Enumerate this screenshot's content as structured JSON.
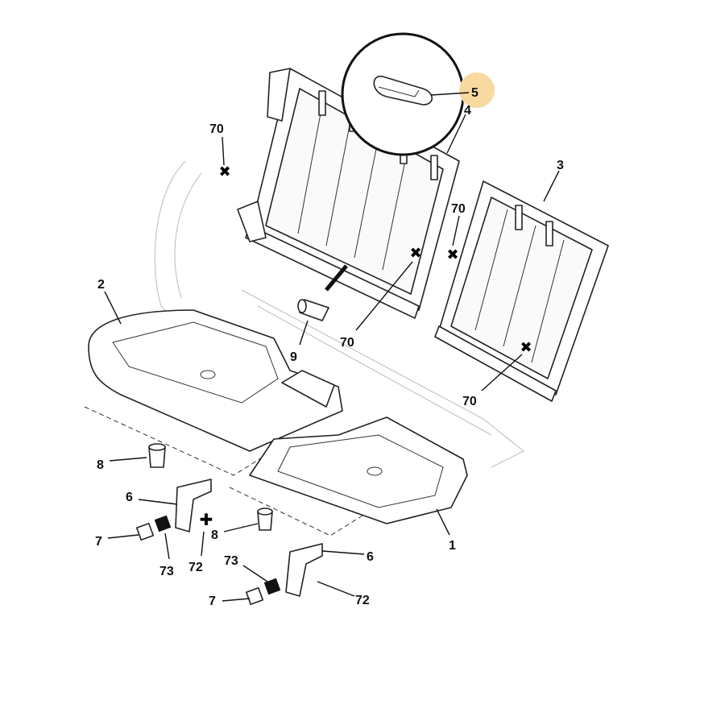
{
  "diagram": {
    "title": "Rear seat frame and base exploded parts diagram",
    "highlight_color": "#f8d9a0",
    "callouts": [
      {
        "id": "c70a",
        "text": "70"
      },
      {
        "id": "c5",
        "text": "5"
      },
      {
        "id": "c4",
        "text": "4"
      },
      {
        "id": "c3",
        "text": "3"
      },
      {
        "id": "c70b",
        "text": "70"
      },
      {
        "id": "c2",
        "text": "2"
      },
      {
        "id": "c9",
        "text": "9"
      },
      {
        "id": "c70c",
        "text": "70"
      },
      {
        "id": "c70d",
        "text": "70"
      },
      {
        "id": "c8a",
        "text": "8"
      },
      {
        "id": "c6a",
        "text": "6"
      },
      {
        "id": "c7a",
        "text": "7"
      },
      {
        "id": "c73a",
        "text": "73"
      },
      {
        "id": "c72a",
        "text": "72"
      },
      {
        "id": "c8b",
        "text": "8"
      },
      {
        "id": "c1",
        "text": "1"
      },
      {
        "id": "c6b",
        "text": "6"
      },
      {
        "id": "c73b",
        "text": "73"
      },
      {
        "id": "c7b",
        "text": "7"
      },
      {
        "id": "c72b",
        "text": "72"
      }
    ]
  }
}
